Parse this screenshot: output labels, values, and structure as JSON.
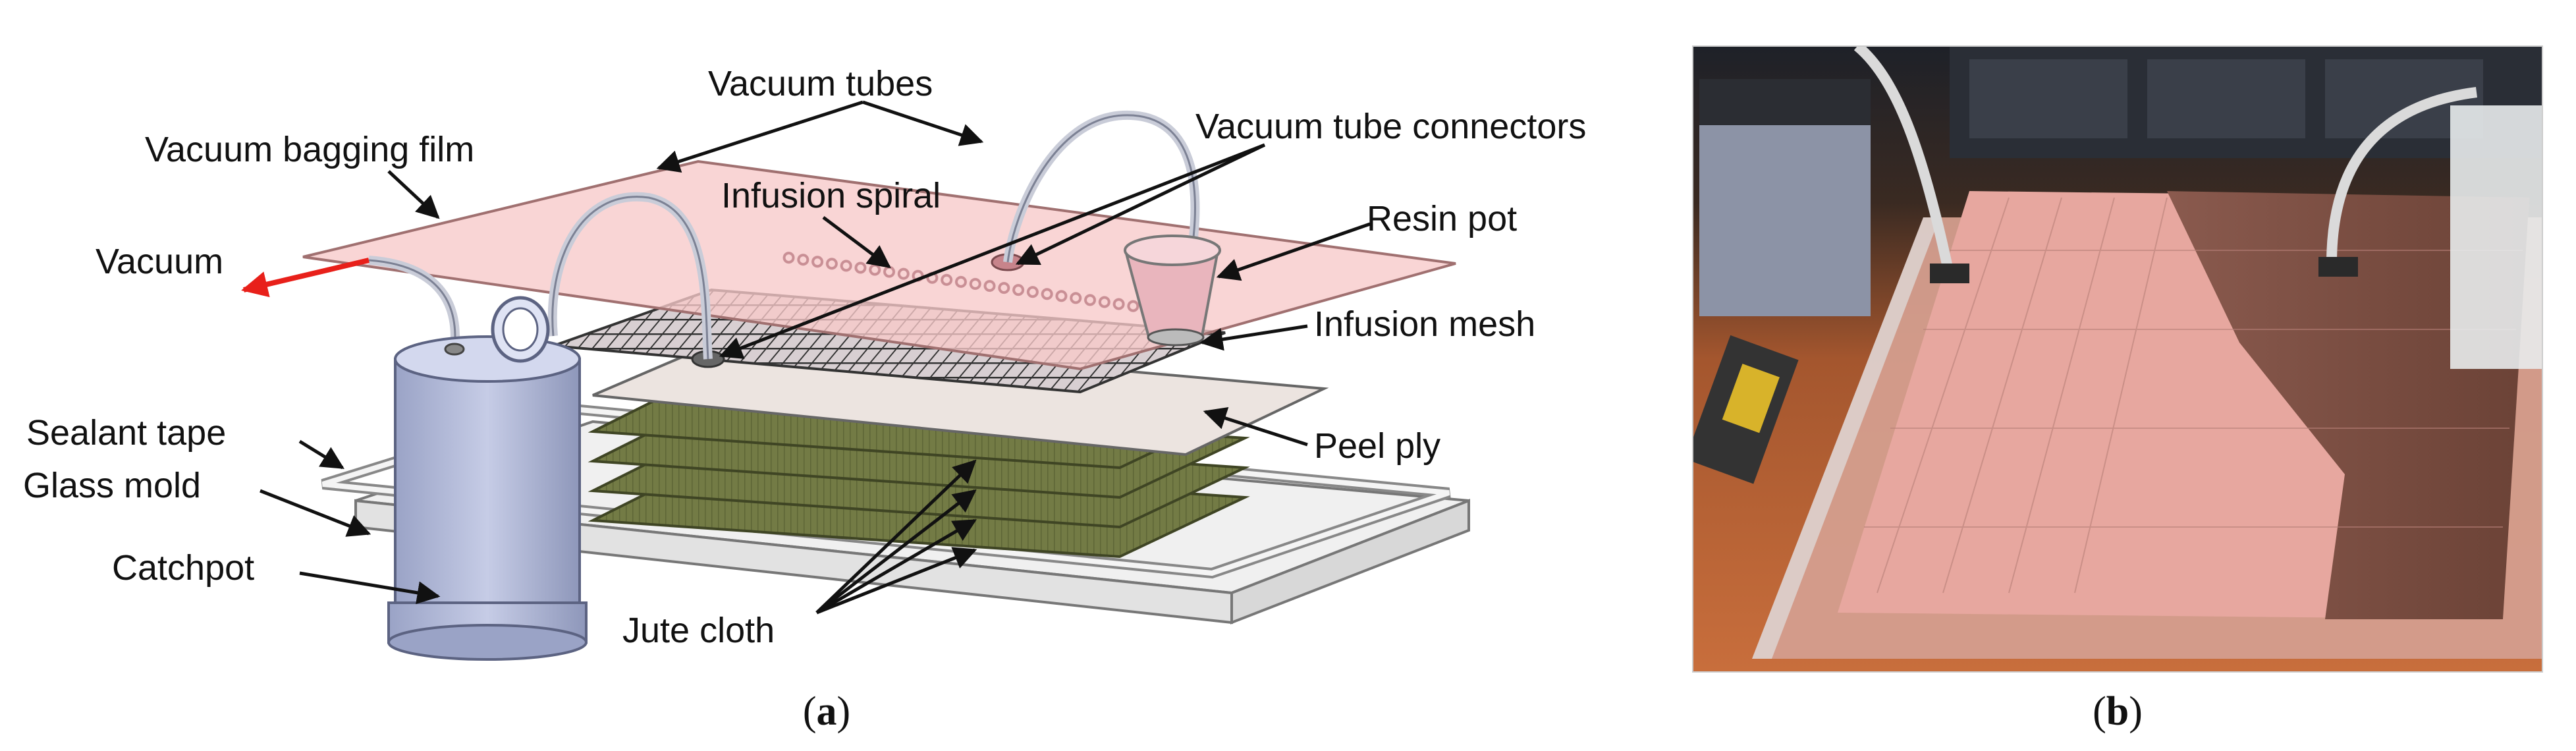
{
  "panel_a": {
    "labels": {
      "vacuum_tubes": "Vacuum tubes",
      "vacuum_bagging_film": "Vacuum bagging film",
      "vacuum": "Vacuum",
      "infusion_spiral": "Infusion spiral",
      "vacuum_tube_connectors": "Vacuum tube connectors",
      "resin_pot": "Resin pot",
      "infusion_mesh": "Infusion mesh",
      "sealant_tape": "Sealant tape",
      "glass_mold": "Glass mold",
      "catchpot": "Catchpot",
      "peel_ply": "Peel ply",
      "jute_cloth": "Jute cloth"
    },
    "caption_open": "(",
    "caption_letter": "a",
    "caption_close": ")"
  },
  "panel_b": {
    "caption_open": "(",
    "caption_letter": "b",
    "caption_close": ")"
  },
  "colors": {
    "film": "#f7c9c9",
    "catchpot": "#b9c0dc",
    "jute": "#6f7a3f",
    "peel_ply": "#ece4e0",
    "glass": "#eeeeee",
    "vacuum_arrow": "#e8201a"
  }
}
